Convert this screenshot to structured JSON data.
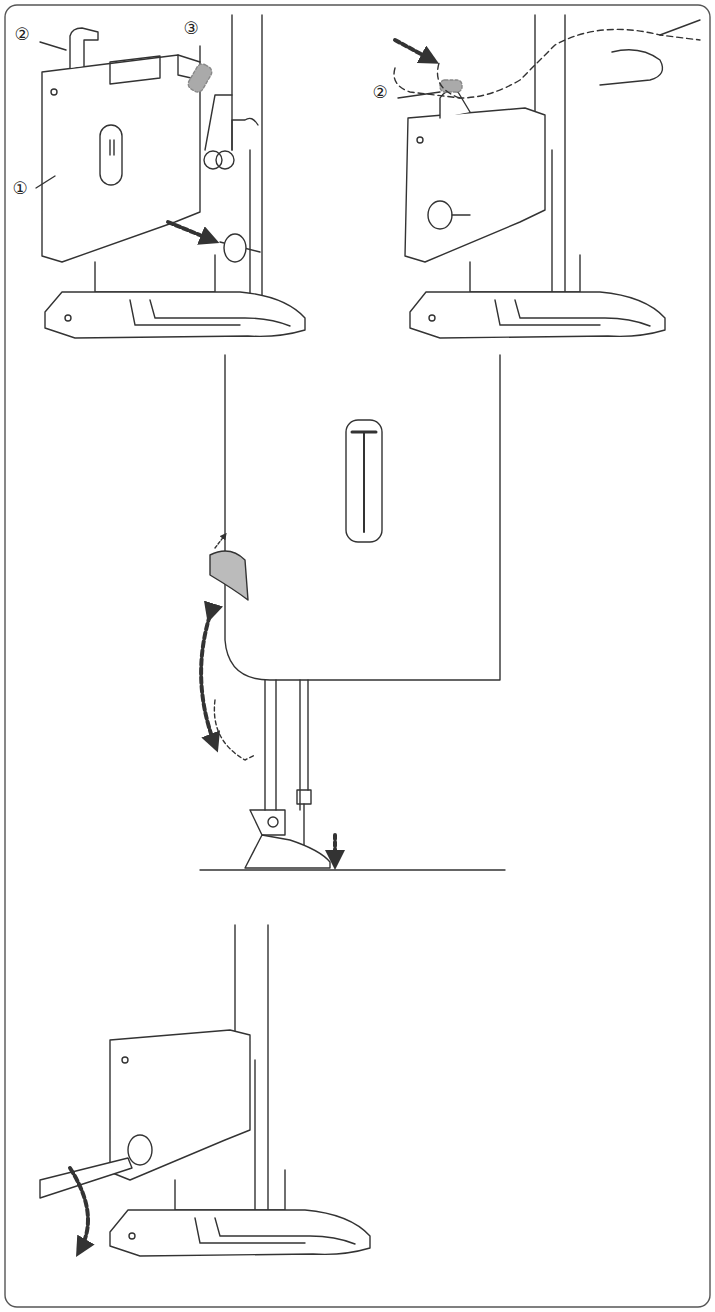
{
  "diagram": {
    "labels": [
      "②",
      "③",
      "①",
      "②"
    ]
  }
}
